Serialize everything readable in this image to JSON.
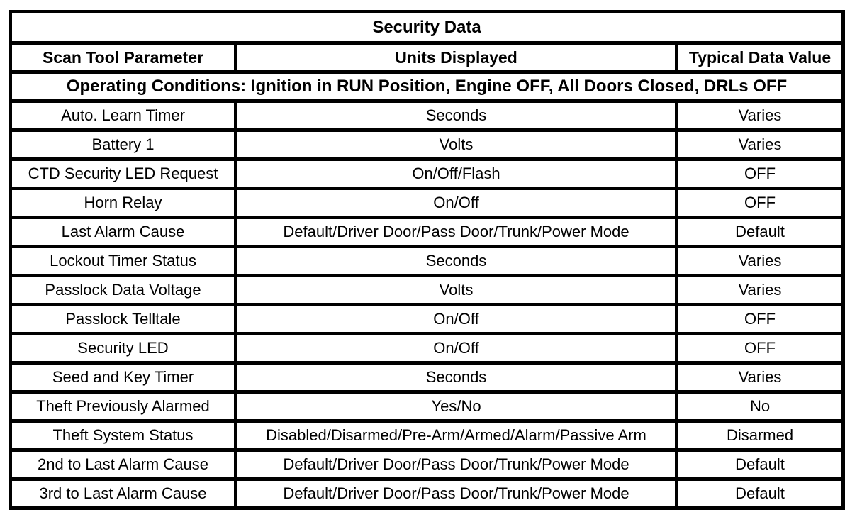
{
  "table": {
    "title": "Security Data",
    "columns": [
      "Scan Tool Parameter",
      "Units Displayed",
      "Typical Data Value"
    ],
    "operating_conditions": "Operating Conditions: Ignition in RUN Position, Engine OFF, All Doors Closed, DRLs OFF",
    "rows": [
      {
        "parameter": "Auto. Learn Timer",
        "units": "Seconds",
        "value": "Varies"
      },
      {
        "parameter": "Battery 1",
        "units": "Volts",
        "value": "Varies"
      },
      {
        "parameter": "CTD Security LED Request",
        "units": "On/Off/Flash",
        "value": "OFF"
      },
      {
        "parameter": "Horn Relay",
        "units": "On/Off",
        "value": "OFF"
      },
      {
        "parameter": "Last Alarm Cause",
        "units": "Default/Driver Door/Pass Door/Trunk/Power Mode",
        "value": "Default"
      },
      {
        "parameter": "Lockout Timer Status",
        "units": "Seconds",
        "value": "Varies"
      },
      {
        "parameter": "Passlock Data Voltage",
        "units": "Volts",
        "value": "Varies"
      },
      {
        "parameter": "Passlock Telltale",
        "units": "On/Off",
        "value": "OFF"
      },
      {
        "parameter": "Security LED",
        "units": "On/Off",
        "value": "OFF"
      },
      {
        "parameter": "Seed and Key Timer",
        "units": "Seconds",
        "value": "Varies"
      },
      {
        "parameter": "Theft Previously Alarmed",
        "units": "Yes/No",
        "value": "No"
      },
      {
        "parameter": "Theft System Status",
        "units": "Disabled/Disarmed/Pre-Arm/Armed/Alarm/Passive Arm",
        "value": "Disarmed"
      },
      {
        "parameter": "2nd to Last Alarm Cause",
        "units": "Default/Driver Door/Pass Door/Trunk/Power Mode",
        "value": "Default"
      },
      {
        "parameter": "3rd to Last Alarm Cause",
        "units": "Default/Driver Door/Pass Door/Trunk/Power Mode",
        "value": "Default"
      }
    ]
  }
}
